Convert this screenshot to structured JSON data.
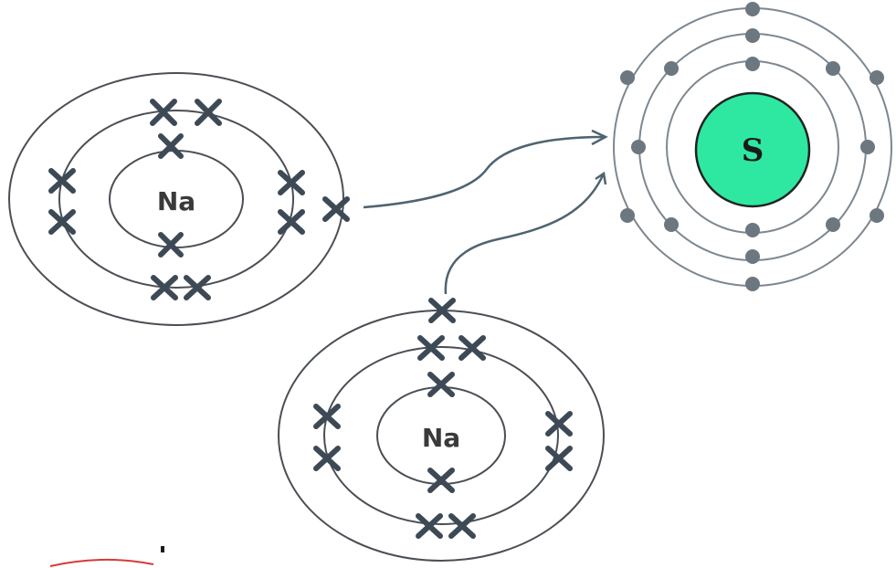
{
  "diagram": {
    "sodium_atoms": [
      {
        "symbol": "Na"
      },
      {
        "symbol": "Na"
      }
    ],
    "sulfur_atom": {
      "symbol": "S",
      "nucleus_color": "#2ee8a1"
    },
    "colors": {
      "sodium_shell": "#4a4f55",
      "sodium_electron": "#3d4a55",
      "sulfur_shell": "#7d8790",
      "sulfur_electron": "#6d7780",
      "arrow": "#4f6470"
    }
  }
}
